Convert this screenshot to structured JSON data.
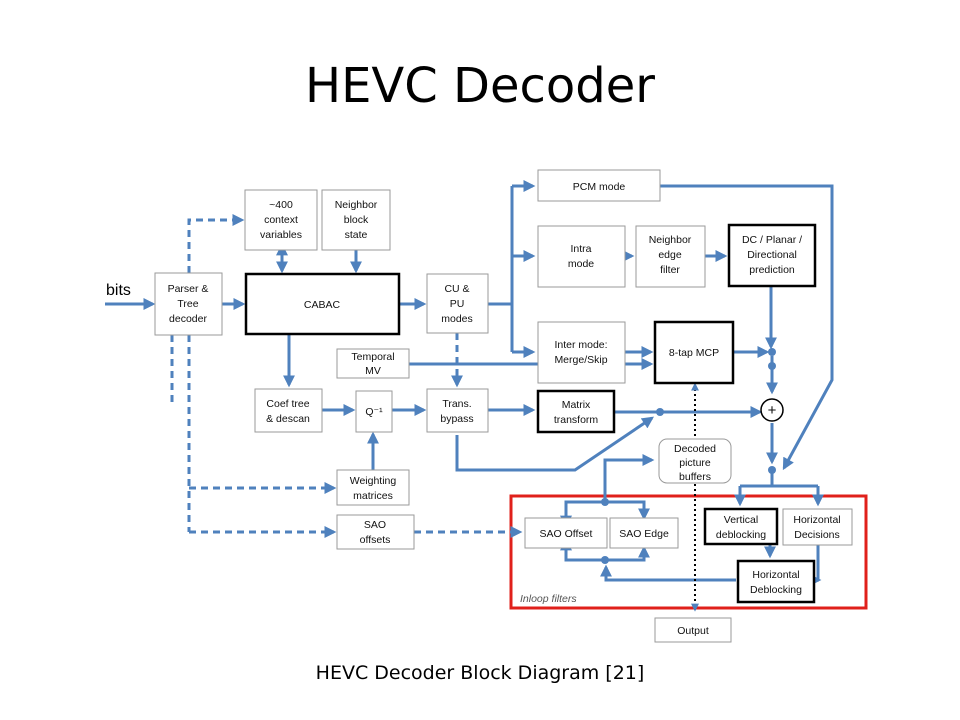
{
  "title": "HEVC Decoder",
  "caption": "HEVC Decoder Block Diagram    [21]",
  "diagram": {
    "input_label": "bits",
    "inloop_label": "Inloop filters",
    "blocks": {
      "parser": [
        "Parser &",
        "Tree",
        "decoder"
      ],
      "context": [
        "~400",
        "context",
        "variables"
      ],
      "neighbor_block": [
        "Neighbor",
        "block",
        "state"
      ],
      "cabac": [
        "CABAC"
      ],
      "cu_pu": [
        "CU &",
        "PU",
        "modes"
      ],
      "pcm": [
        "PCM mode"
      ],
      "intra": [
        "Intra",
        "mode"
      ],
      "neighbor_edge": [
        "Neighbor",
        "edge",
        "filter"
      ],
      "dc_planar": [
        "DC / Planar /",
        "Directional",
        "prediction"
      ],
      "inter": [
        "Inter mode:",
        "Merge/Skip"
      ],
      "mcp": [
        "8-tap MCP"
      ],
      "temporal_mv": [
        "Temporal",
        "MV"
      ],
      "coef": [
        "Coef tree",
        "& descan"
      ],
      "q_inv": [
        "Q⁻¹"
      ],
      "trans_bypass": [
        "Trans.",
        "bypass"
      ],
      "matrix": [
        "Matrix",
        "transform"
      ],
      "plus": [
        "+"
      ],
      "dpb": [
        "Decoded",
        "picture",
        "buffers"
      ],
      "weighting": [
        "Weighting",
        "matrices"
      ],
      "sao_offsets": [
        "SAO",
        "offsets"
      ],
      "sao_offset": [
        "SAO Offset"
      ],
      "sao_edge": [
        "SAO Edge"
      ],
      "vert_deblock": [
        "Vertical",
        "deblocking"
      ],
      "horiz_decisions": [
        "Horizontal",
        "Decisions"
      ],
      "horiz_deblock": [
        "Horizontal",
        "Deblocking"
      ],
      "output": [
        "Output"
      ]
    },
    "colors": {
      "arrow": "#4f81bd",
      "inloop_frame": "#e0201b",
      "box_border": "#9a9a9a",
      "thick_border": "#000000"
    }
  }
}
